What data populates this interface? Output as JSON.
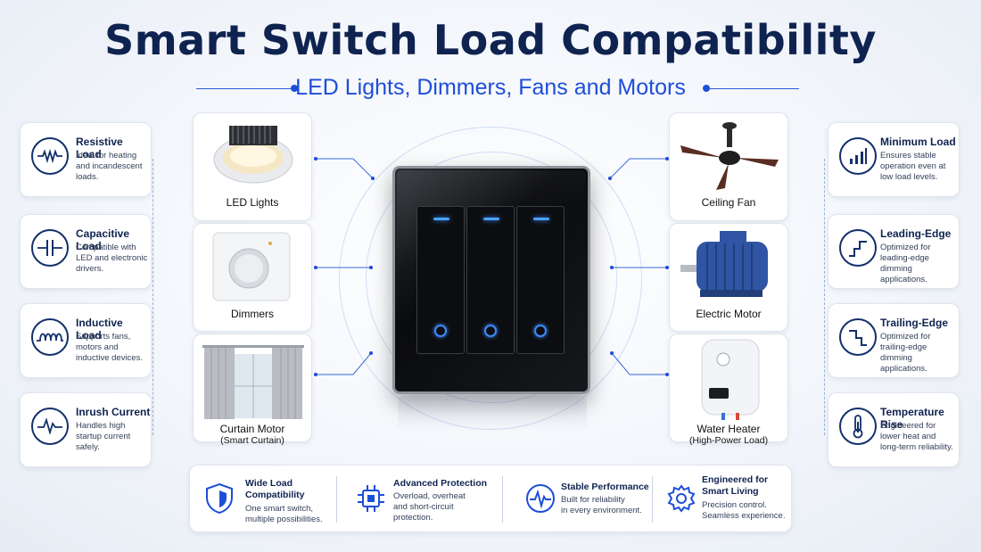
{
  "header": {
    "title": "Smart Switch Load Compatibility",
    "subtitle": "LED Lights, Dimmers, Fans and Motors"
  },
  "left_cards": [
    {
      "title": "Resistive Load",
      "desc": "Ideal for heating and incandescent loads.",
      "icon": "resistor-icon"
    },
    {
      "title": "Capacitive Load",
      "desc": "Compatible with LED and electronic drivers.",
      "icon": "capacitor-icon"
    },
    {
      "title": "Inductive Load",
      "desc": "Supports fans, motors and inductive devices.",
      "icon": "inductor-icon"
    },
    {
      "title": "Inrush Current",
      "desc": "Handles high startup current safely.",
      "icon": "waveform-icon"
    }
  ],
  "right_cards": [
    {
      "title": "Minimum Load",
      "desc": "Ensures stable operation even at low load levels.",
      "icon": "signal-bars-icon"
    },
    {
      "title": "Leading-Edge",
      "desc": "Optimized for leading-edge dimming applications.",
      "icon": "leading-edge-icon"
    },
    {
      "title": "Trailing-Edge",
      "desc": "Optimized for trailing-edge dimming applications.",
      "icon": "trailing-edge-icon"
    },
    {
      "title": "Temperature Rise",
      "desc": "Engineered for lower heat and long-term reliability.",
      "icon": "thermometer-icon"
    }
  ],
  "left_products": [
    {
      "label": "LED Lights",
      "sub": ""
    },
    {
      "label": "Dimmers",
      "sub": ""
    },
    {
      "label": "Curtain Motor",
      "sub": "(Smart Curtain)"
    }
  ],
  "right_products": [
    {
      "label": "Ceiling Fan",
      "sub": ""
    },
    {
      "label": "Electric Motor",
      "sub": ""
    },
    {
      "label": "Water Heater",
      "sub": "(High-Power Load)"
    }
  ],
  "features": [
    {
      "title_1": "Wide Load",
      "title_2": "Compatibility",
      "desc_1": "One smart switch,",
      "desc_2": "multiple possibilities.",
      "icon": "shield-icon"
    },
    {
      "title_1": "Advanced Protection",
      "title_2": "",
      "desc_1": "Overload, overheat",
      "desc_2": "and short-circuit",
      "desc_3": "protection.",
      "icon": "chip-icon"
    },
    {
      "title_1": "Stable Performance",
      "title_2": "",
      "desc_1": "Built for reliability",
      "desc_2": "in every environment.",
      "icon": "pulse-icon"
    },
    {
      "title_1": "Engineered for",
      "title_2": "Smart Living",
      "desc_1": "Precision control.",
      "desc_2": "Seamless experience.",
      "icon": "gear-icon"
    }
  ],
  "colors": {
    "navy": "#0f2350",
    "accent": "#1d4ed8",
    "led": "#3b8cff"
  }
}
